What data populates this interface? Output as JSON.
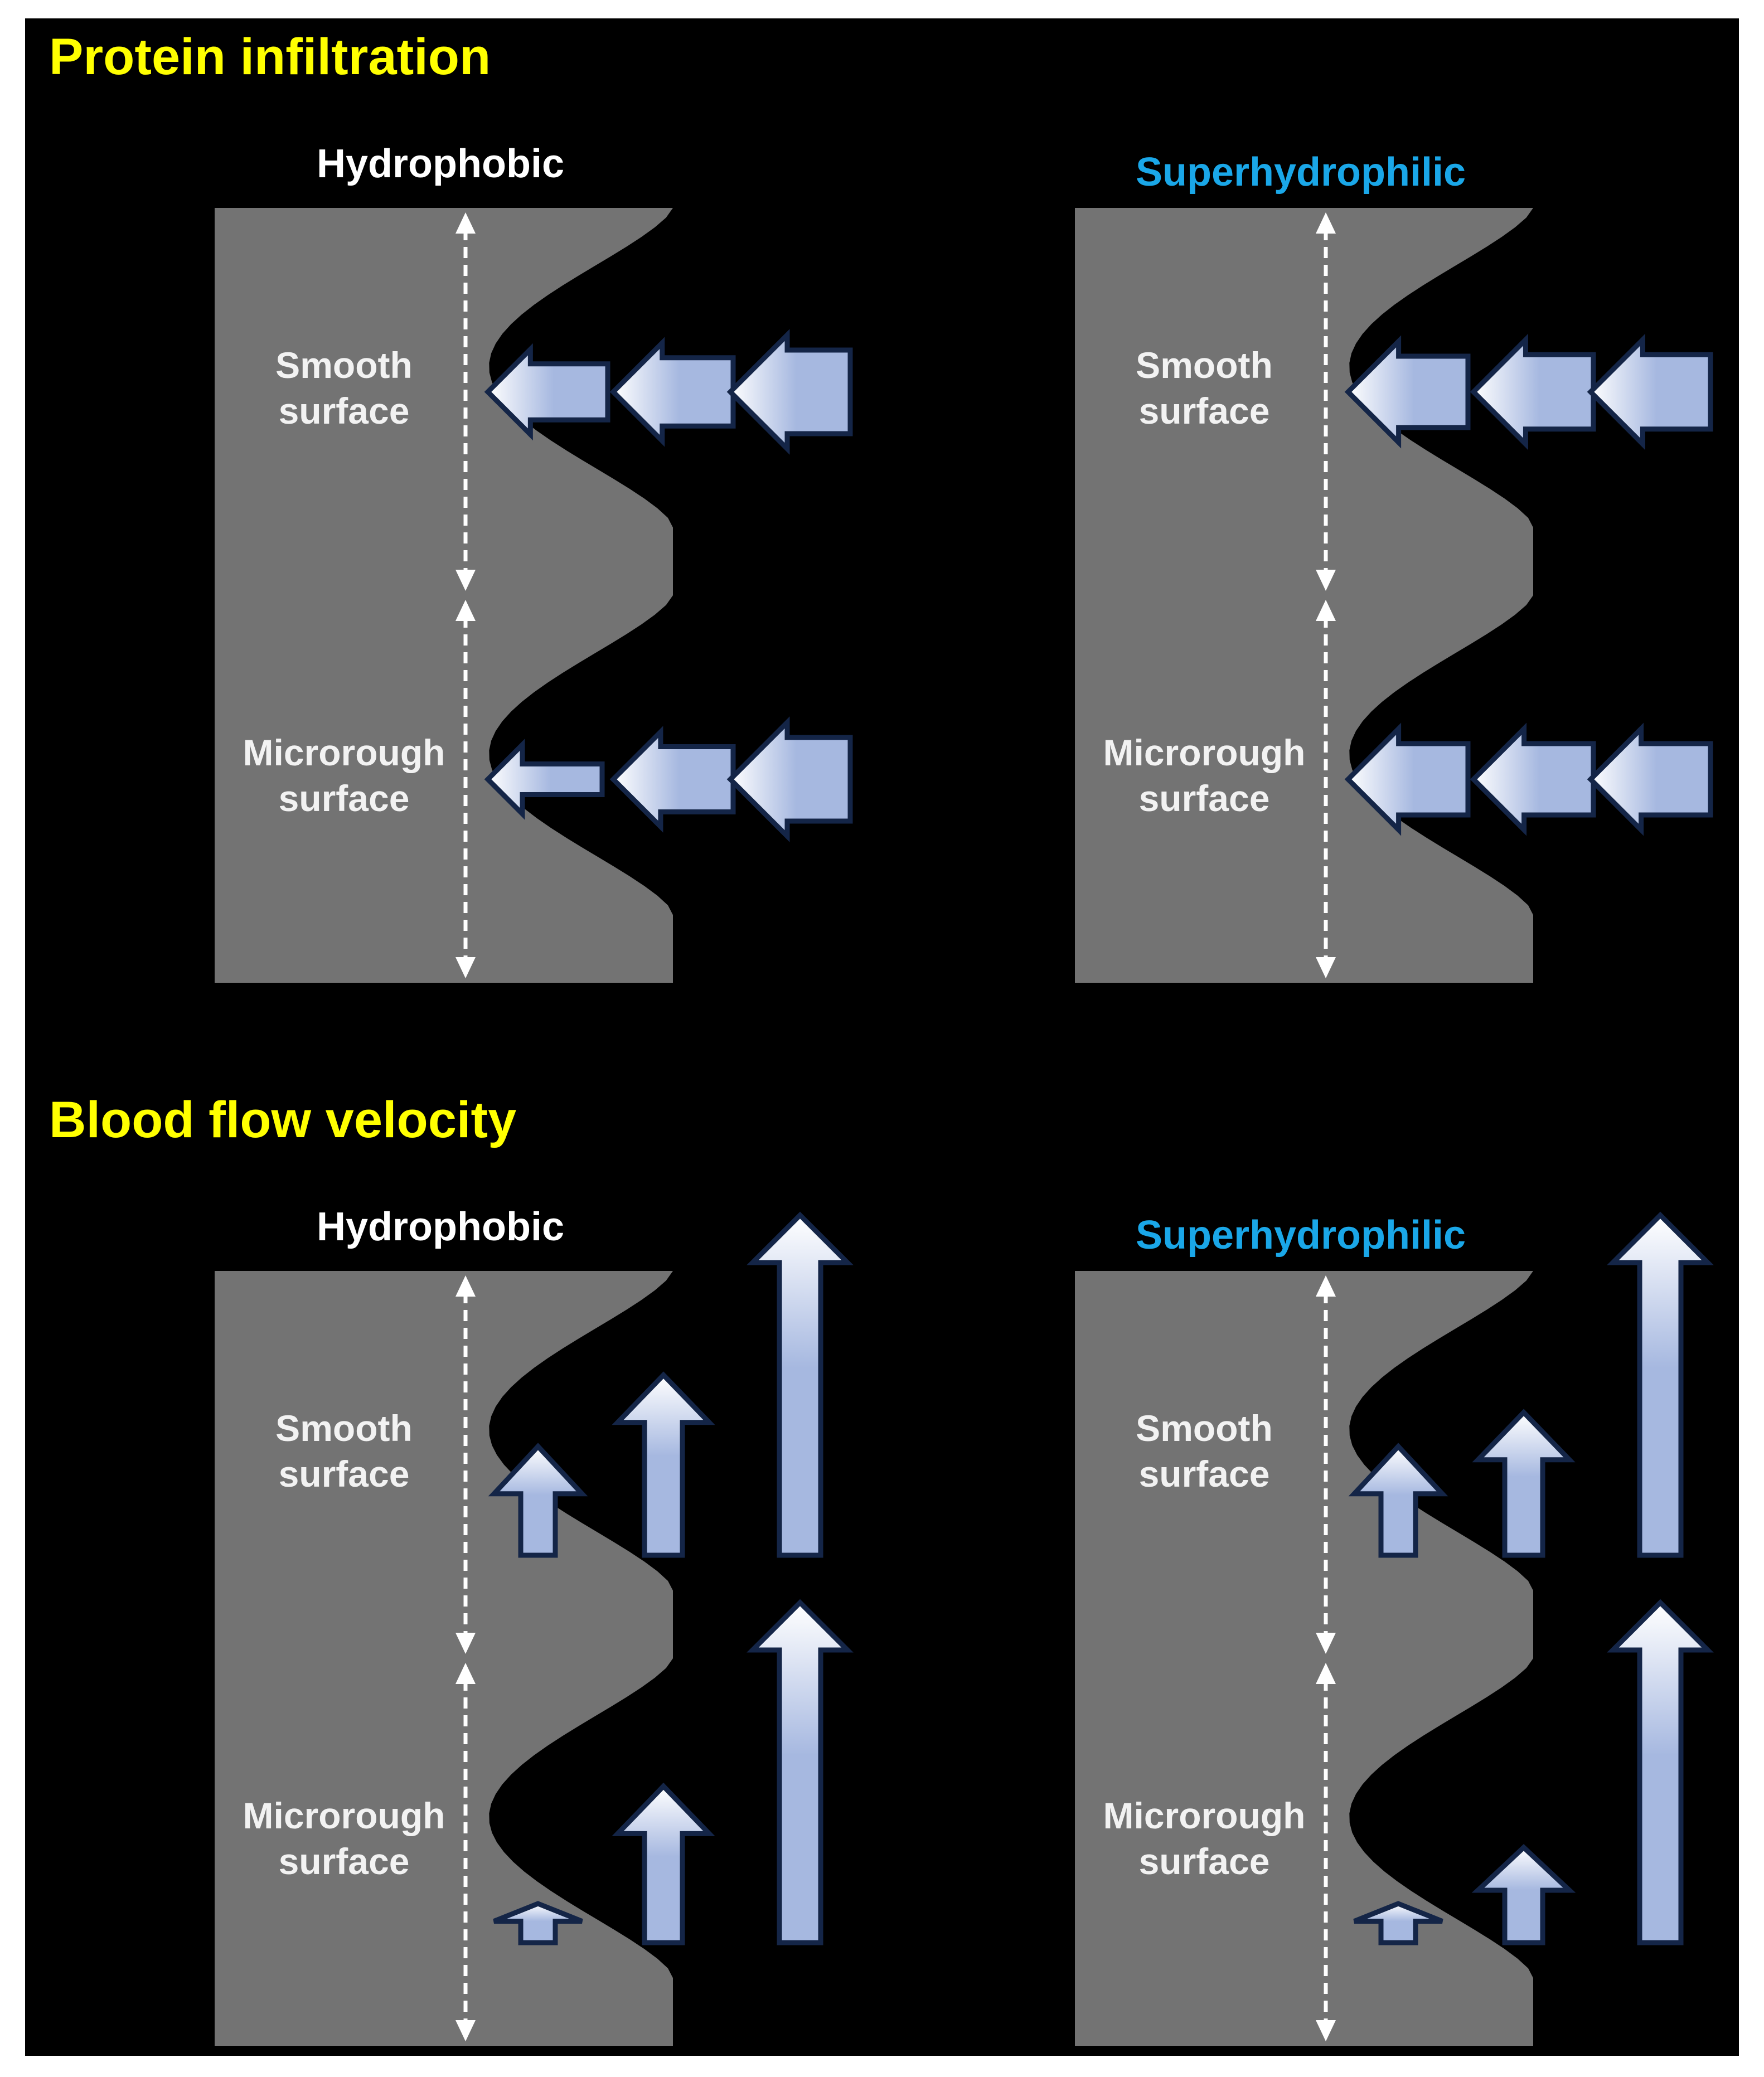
{
  "colors": {
    "background": "#000000",
    "page": "#ffffff",
    "surface": "#737373",
    "heading": "#ffff00",
    "hydrophobic": "#ffffff",
    "superhydrophilic": "#1aa7e8",
    "label": "#f2f2f2",
    "arrow_fill": "#a6b8e0",
    "arrow_light": "#ffffff",
    "arrow_stroke": "#142547",
    "divider": "#ffffff"
  },
  "sections": [
    {
      "title": "Protein infiltration",
      "arrow_direction": "left",
      "panels": [
        {
          "label": "Hydrophobic",
          "label_color_key": "hydrophobic",
          "rows": [
            {
              "surface": [
                "Smooth",
                "surface"
              ],
              "arrow_magnitudes": [
                0.55,
                0.75,
                1.0
              ]
            },
            {
              "surface": [
                "Microrough",
                "surface"
              ],
              "arrow_magnitudes": [
                0.2,
                0.7,
                1.0
              ]
            }
          ]
        },
        {
          "label": "Superhydrophilic",
          "label_color_key": "superhydrophilic",
          "rows": [
            {
              "surface": [
                "Smooth",
                "surface"
              ],
              "arrow_magnitudes": [
                0.8,
                0.85,
                0.85
              ]
            },
            {
              "surface": [
                "Microrough",
                "surface"
              ],
              "arrow_magnitudes": [
                0.8,
                0.8,
                0.8
              ]
            }
          ]
        }
      ]
    },
    {
      "title": "Blood flow velocity",
      "arrow_direction": "up",
      "panels": [
        {
          "label": "Hydrophobic",
          "label_color_key": "hydrophobic",
          "rows": [
            {
              "surface": [
                "Smooth",
                "surface"
              ],
              "arrow_magnitudes": [
                0.32,
                0.53,
                1.0
              ]
            },
            {
              "surface": [
                "Microrough",
                "surface"
              ],
              "arrow_magnitudes": [
                0.1,
                0.46,
                1.0
              ]
            }
          ]
        },
        {
          "label": "Superhydrophilic",
          "label_color_key": "superhydrophilic",
          "rows": [
            {
              "surface": [
                "Smooth",
                "surface"
              ],
              "arrow_magnitudes": [
                0.32,
                0.42,
                1.0
              ]
            },
            {
              "surface": [
                "Microrough",
                "surface"
              ],
              "arrow_magnitudes": [
                0.1,
                0.28,
                1.0
              ]
            }
          ]
        }
      ]
    }
  ]
}
